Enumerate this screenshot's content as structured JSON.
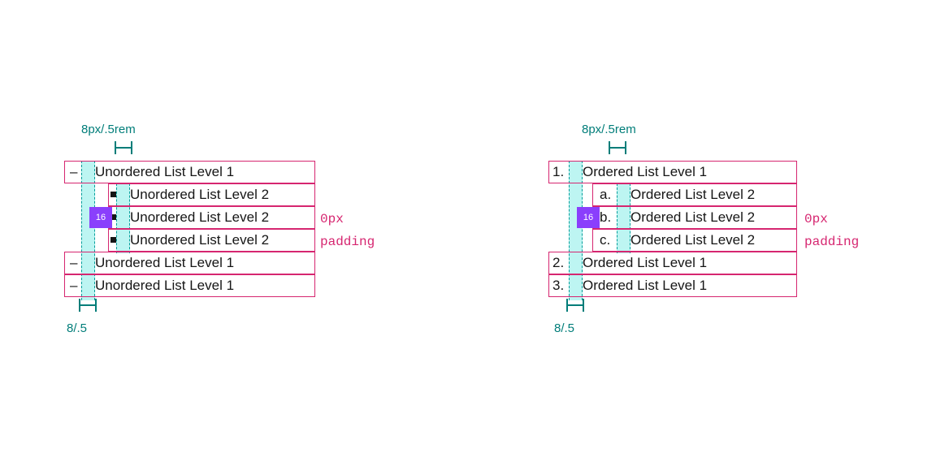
{
  "panels": [
    {
      "id": "unordered",
      "name": "unordered-list-spec",
      "top_annotation": "8px/.5rem",
      "bottom_annotation": "8/.5",
      "padding_note_line1": "0px",
      "padding_note_line2": "padding",
      "badge_value": "16",
      "rows": [
        {
          "marker": "–",
          "marker_kind": "dash",
          "label": "Unordered List Level 1",
          "level": 1
        },
        {
          "marker": "",
          "marker_kind": "square",
          "label": "Unordered List Level 2",
          "level": 2
        },
        {
          "marker": "",
          "marker_kind": "square",
          "label": "Unordered List Level 2",
          "level": 2
        },
        {
          "marker": "",
          "marker_kind": "square",
          "label": "Unordered List Level 2",
          "level": 2
        },
        {
          "marker": "–",
          "marker_kind": "dash",
          "label": "Unordered List Level 1",
          "level": 1
        },
        {
          "marker": "–",
          "marker_kind": "dash",
          "label": "Unordered List Level 1",
          "level": 1
        }
      ]
    },
    {
      "id": "ordered",
      "name": "ordered-list-spec",
      "top_annotation": "8px/.5rem",
      "bottom_annotation": "8/.5",
      "padding_note_line1": "0px",
      "padding_note_line2": "padding",
      "badge_value": "16",
      "rows": [
        {
          "marker": "1.",
          "marker_kind": "text",
          "label": "Ordered List Level 1",
          "level": 1
        },
        {
          "marker": "a.",
          "marker_kind": "text",
          "label": "Ordered List Level 2",
          "level": 2
        },
        {
          "marker": "b.",
          "marker_kind": "text",
          "label": "Ordered List Level 2",
          "level": 2
        },
        {
          "marker": "c.",
          "marker_kind": "text",
          "label": "Ordered List Level 2",
          "level": 2
        },
        {
          "marker": "2.",
          "marker_kind": "text",
          "label": "Ordered List Level 1",
          "level": 1
        },
        {
          "marker": "3.",
          "marker_kind": "text",
          "label": "Ordered List Level 1",
          "level": 1
        }
      ]
    }
  ],
  "colors": {
    "box_border": "#d62670",
    "annotation_teal": "#007d79",
    "band_fill": "#bdf5f2",
    "band_dash": "#009d9a",
    "badge_purple": "#8a3ffc",
    "text": "#161616",
    "pink_note": "#d62670"
  }
}
